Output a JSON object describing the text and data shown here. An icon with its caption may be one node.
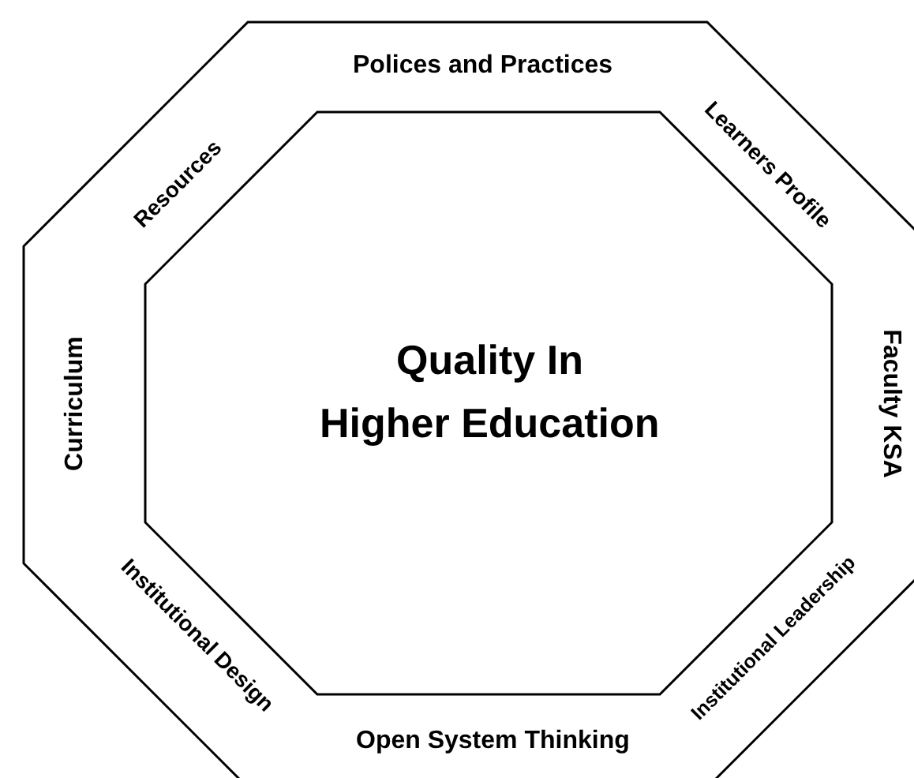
{
  "diagram": {
    "nodes": [
      {
        "text": [
          "Polices and Practices",
          "Resources",
          "Learners Profile",
          "Curriculum",
          "Faculty KSA",
          "Institutional Design",
          "Institutional Leadership",
          "Open System Thinking"
        ]
      },
      {
        "text": [
          "Quality In",
          "Higher Education"
        ],
        "in": 0
      }
    ]
  }
}
